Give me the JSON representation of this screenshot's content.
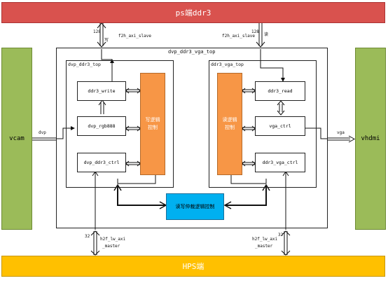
{
  "ps": {
    "label": "ps端ddr3"
  },
  "hps": {
    "label": "HPS端"
  },
  "vcam": {
    "label": "vcam"
  },
  "vhdmi": {
    "label": "vhdmi"
  },
  "top": {
    "label": "dvp_ddr3_vga_top"
  },
  "left_module": {
    "label": "dvp_ddr3_top",
    "blocks": {
      "write": "ddr3_write",
      "rgb": "dvp_rgb888",
      "ctrl": "dvp_ddr3_ctrl"
    },
    "control": [
      "写逻辑",
      "控制"
    ]
  },
  "right_module": {
    "label": "ddr3_vga_top",
    "blocks": {
      "read": "ddr3_read",
      "vga": "vga_ctrl",
      "ctrl": "ddr3_vga_ctrl"
    },
    "control": [
      "读逻辑",
      "控制"
    ]
  },
  "rw_control": {
    "label": "读写仲裁逻辑控制"
  },
  "signals": {
    "dvp": "dvp",
    "vga": "vga",
    "w_bits": "128",
    "w_char": "写",
    "w_bus": "f2h_axi_slave",
    "r_bits": "128",
    "r_char": "读",
    "r_bus": "f2h_axi_slave",
    "l_bits": "32",
    "l_bus": [
      "h2f_lw_axi",
      "_master"
    ],
    "rr_bits": "32",
    "rr_bus": [
      "h2f_lw_axi",
      "_master"
    ]
  }
}
